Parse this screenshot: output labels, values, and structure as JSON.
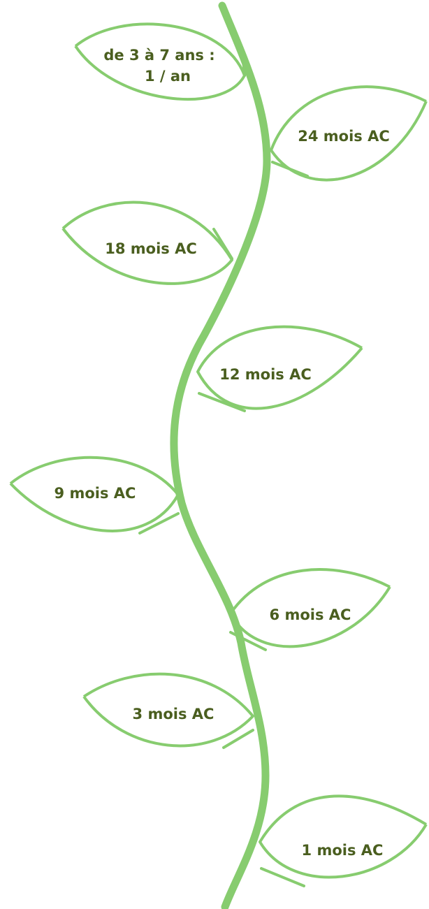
{
  "colors": {
    "vine": "#87cc6f",
    "leaf_outline": "#87cc6f",
    "label_text": "#4a5e1f",
    "background": "#ffffff"
  },
  "leaves": [
    {
      "id": "top",
      "lines": [
        "de 3 à 7 ans :",
        "1 / an"
      ]
    },
    {
      "id": "24m",
      "lines": [
        "24 mois AC"
      ]
    },
    {
      "id": "18m",
      "lines": [
        "18 mois AC"
      ]
    },
    {
      "id": "12m",
      "lines": [
        "12 mois AC"
      ]
    },
    {
      "id": "9m",
      "lines": [
        "9 mois AC"
      ]
    },
    {
      "id": "6m",
      "lines": [
        "6 mois AC"
      ]
    },
    {
      "id": "3m",
      "lines": [
        "3 mois AC"
      ]
    },
    {
      "id": "1m",
      "lines": [
        "1 mois AC"
      ]
    }
  ]
}
